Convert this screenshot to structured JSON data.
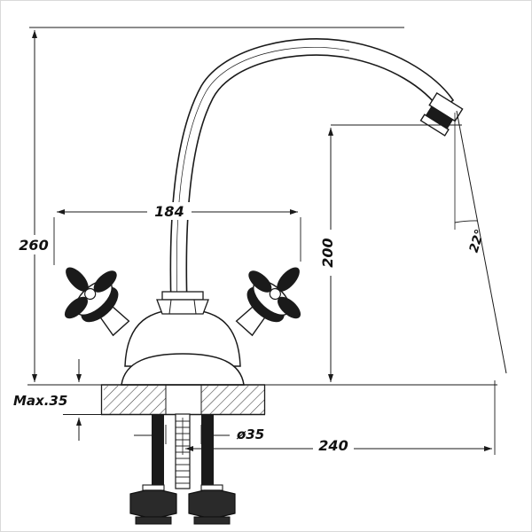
{
  "drawing": {
    "dimensions": {
      "spout_reach": "184",
      "overall_height": "260",
      "spout_height": "200",
      "outlet_angle": "22°",
      "max_counter_thickness": "Max.35",
      "mount_hole_diameter": "ø35",
      "reach_depth": "240"
    },
    "colors": {
      "line": "#1a1a1a",
      "dark_fill": "#1a1a1a",
      "background": "#ffffff"
    }
  }
}
